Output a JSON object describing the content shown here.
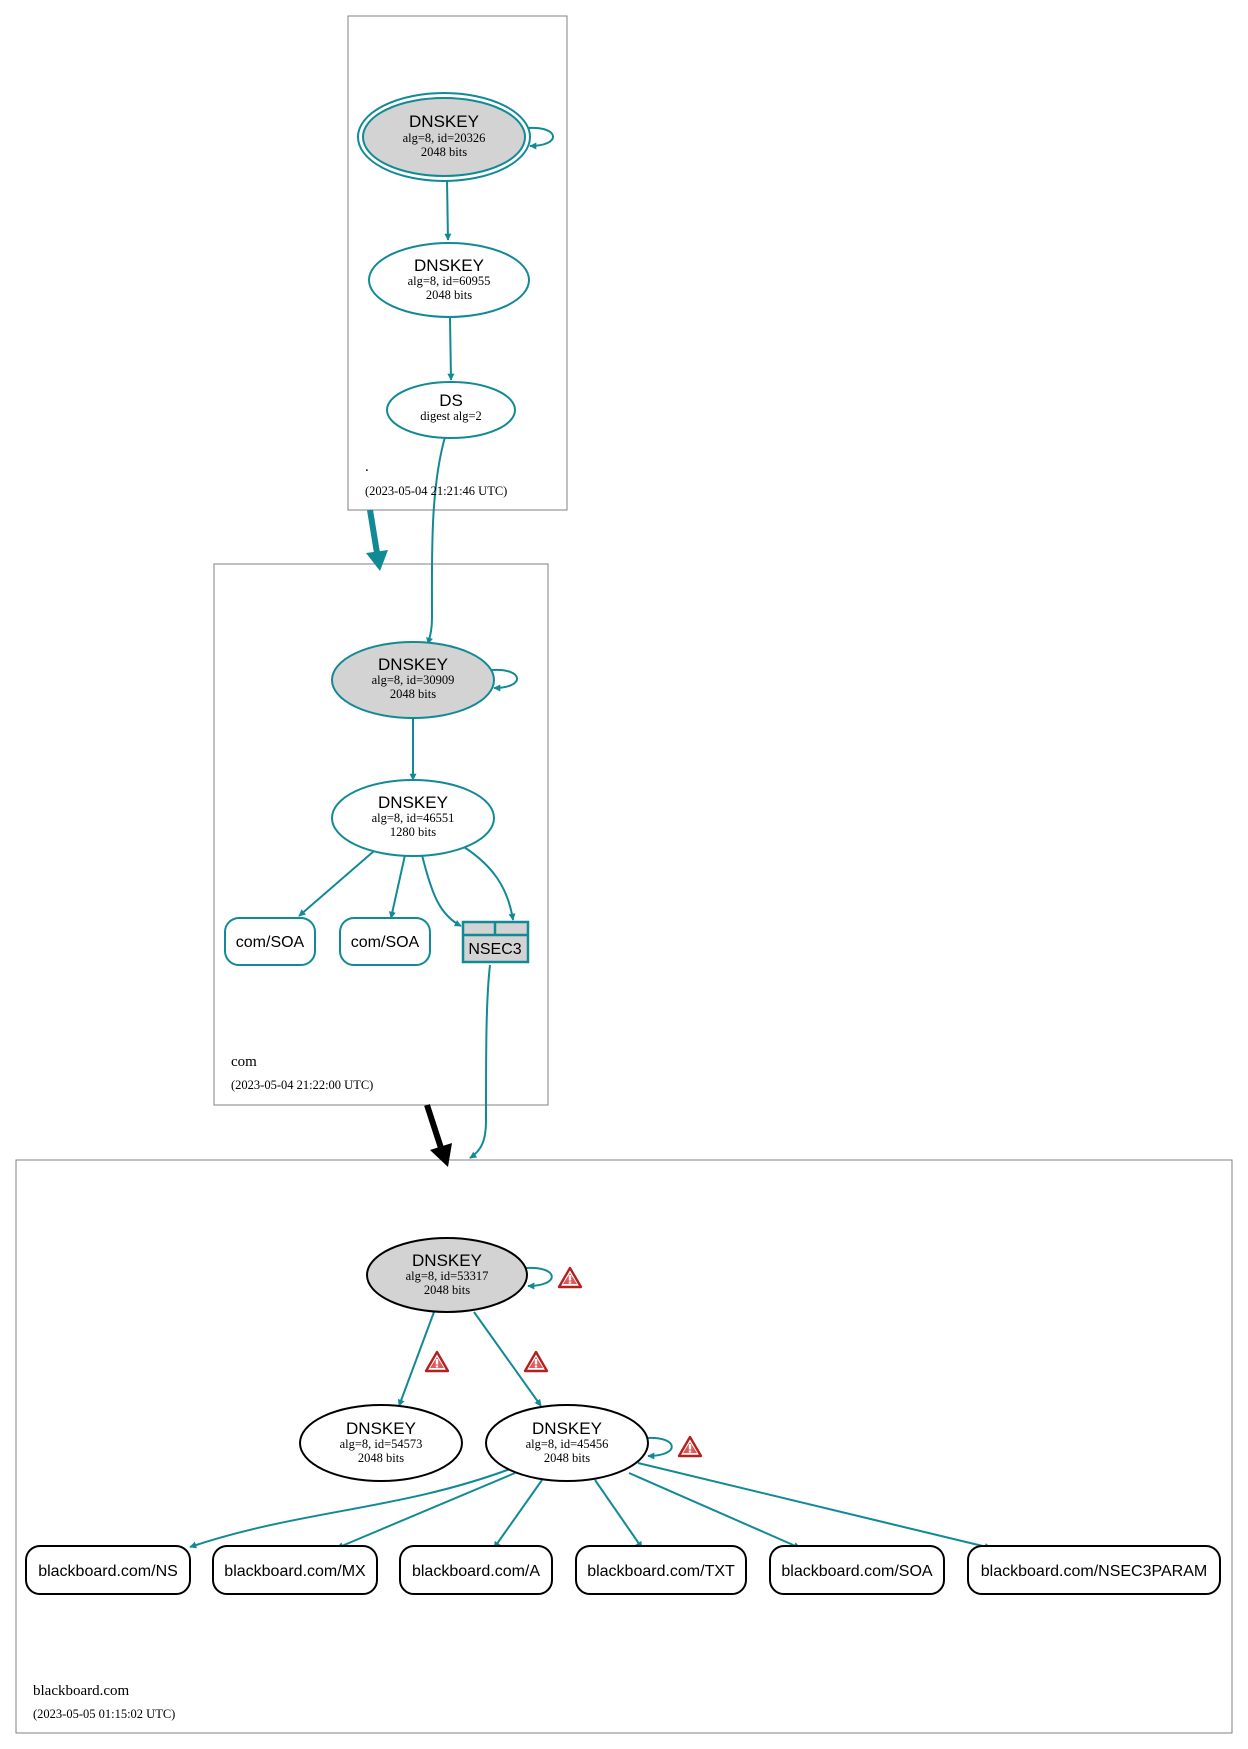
{
  "colors": {
    "teal": "#128a96",
    "black": "#000000",
    "gray_fill": "#d3d3d3",
    "zone_border": "#808080",
    "warning_red": "#cc2222"
  },
  "zones": {
    "root": {
      "name": ".",
      "timestamp": "(2023-05-04 21:21:46 UTC)",
      "ksk": {
        "title": "DNSKEY",
        "detail": "alg=8, id=20326",
        "size": "2048 bits"
      },
      "zsk": {
        "title": "DNSKEY",
        "detail": "alg=8, id=60955",
        "size": "2048 bits"
      },
      "ds": {
        "title": "DS",
        "detail": "digest alg=2"
      }
    },
    "com": {
      "name": "com",
      "timestamp": "(2023-05-04 21:22:00 UTC)",
      "ksk": {
        "title": "DNSKEY",
        "detail": "alg=8, id=30909",
        "size": "2048 bits"
      },
      "zsk": {
        "title": "DNSKEY",
        "detail": "alg=8, id=46551",
        "size": "1280 bits"
      },
      "soa1": "com/SOA",
      "soa2": "com/SOA",
      "nsec3": "NSEC3"
    },
    "blackboard": {
      "name": "blackboard.com",
      "timestamp": "(2023-05-05 01:15:02 UTC)",
      "ksk": {
        "title": "DNSKEY",
        "detail": "alg=8, id=53317",
        "size": "2048 bits"
      },
      "key2": {
        "title": "DNSKEY",
        "detail": "alg=8, id=54573",
        "size": "2048 bits"
      },
      "key3": {
        "title": "DNSKEY",
        "detail": "alg=8, id=45456",
        "size": "2048 bits"
      },
      "records": [
        "blackboard.com/NS",
        "blackboard.com/MX",
        "blackboard.com/A",
        "blackboard.com/TXT",
        "blackboard.com/SOA",
        "blackboard.com/NSEC3PARAM"
      ]
    }
  },
  "icons": {
    "warning": "warning-triangle-icon"
  }
}
